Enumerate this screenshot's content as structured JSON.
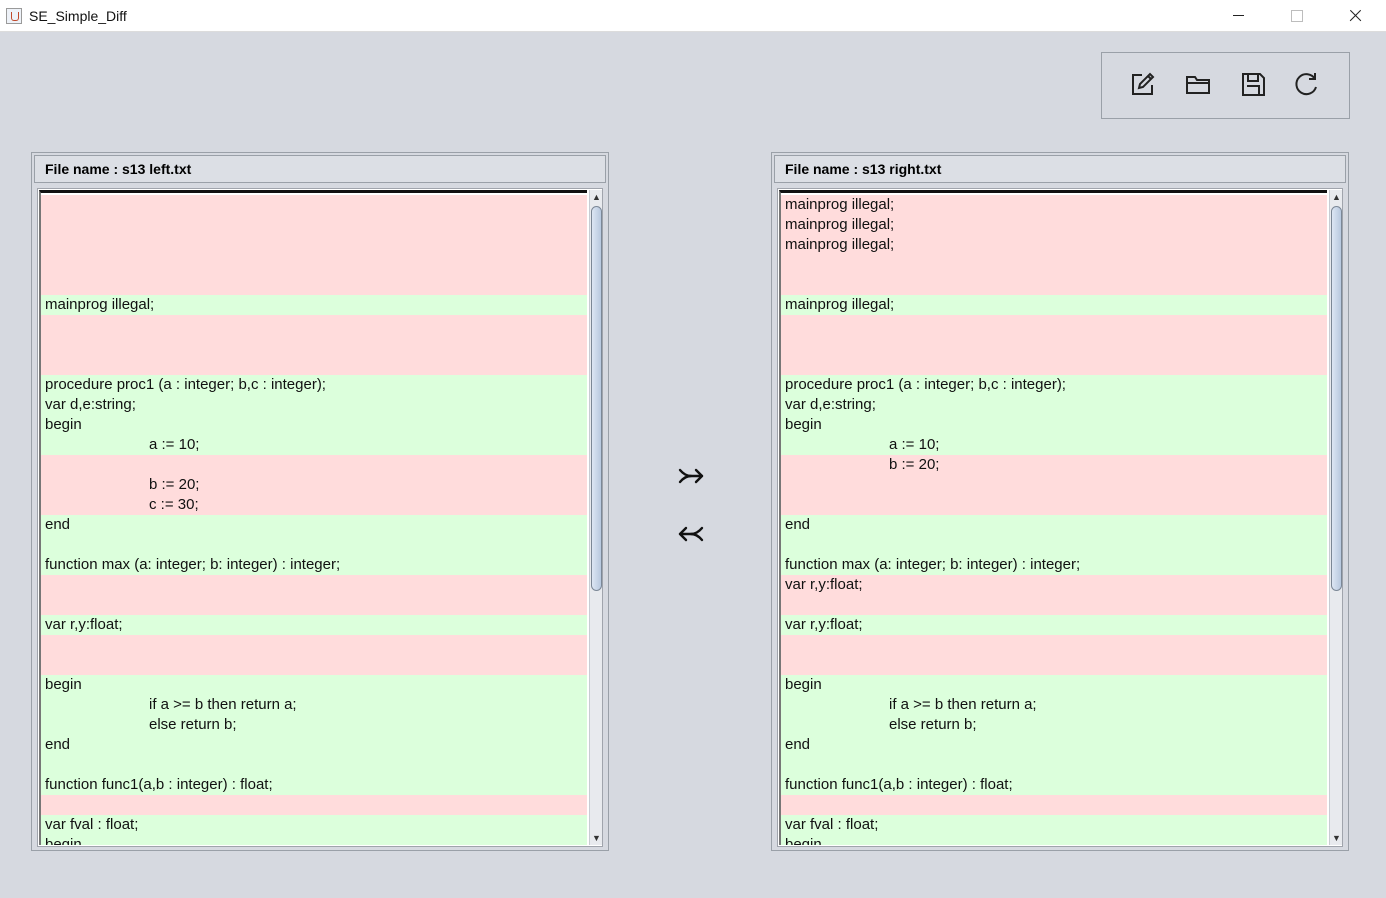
{
  "window": {
    "title": "SE_Simple_Diff",
    "icon": "java-cup-icon"
  },
  "toolbar": {
    "buttons": [
      "edit-icon",
      "open-folder-icon",
      "save-icon",
      "refresh-icon"
    ]
  },
  "merge": {
    "buttons": [
      "merge-to-right-icon",
      "merge-to-left-icon"
    ]
  },
  "colors": {
    "diff_removed": "#ffdcdc",
    "diff_equal": "#dcffdc",
    "background": "#d6d9e0"
  },
  "left_panel": {
    "header": "File name : s13 left.txt",
    "lines": [
      {
        "text": "",
        "status": "del"
      },
      {
        "text": "",
        "status": "del"
      },
      {
        "text": "",
        "status": "del"
      },
      {
        "text": "",
        "status": "del"
      },
      {
        "text": "",
        "status": "del"
      },
      {
        "text": "mainprog illegal;",
        "status": "eq"
      },
      {
        "text": "",
        "status": "del"
      },
      {
        "text": "",
        "status": "del"
      },
      {
        "text": "",
        "status": "del"
      },
      {
        "text": "procedure proc1 (a : integer; b,c : integer);",
        "status": "eq"
      },
      {
        "text": "var d,e:string;",
        "status": "eq"
      },
      {
        "text": "begin",
        "status": "eq"
      },
      {
        "text": "a := 10;",
        "status": "eq",
        "indent": true
      },
      {
        "text": "",
        "status": "del"
      },
      {
        "text": "b := 20;",
        "status": "del",
        "indent": true
      },
      {
        "text": "c := 30;",
        "status": "del",
        "indent": true
      },
      {
        "text": "end",
        "status": "eq"
      },
      {
        "text": "",
        "status": "eq"
      },
      {
        "text": "function max (a: integer; b: integer) : integer;",
        "status": "eq"
      },
      {
        "text": "",
        "status": "del"
      },
      {
        "text": "",
        "status": "del"
      },
      {
        "text": "var r,y:float;",
        "status": "eq"
      },
      {
        "text": "",
        "status": "del"
      },
      {
        "text": "",
        "status": "del"
      },
      {
        "text": "begin",
        "status": "eq"
      },
      {
        "text": "if a >= b then return a;",
        "status": "eq",
        "indent": true
      },
      {
        "text": "else return b;",
        "status": "eq",
        "indent": true
      },
      {
        "text": "end",
        "status": "eq"
      },
      {
        "text": "",
        "status": "eq"
      },
      {
        "text": "function func1(a,b : integer) : float;",
        "status": "eq"
      },
      {
        "text": "",
        "status": "del"
      },
      {
        "text": "var fval : float;",
        "status": "eq"
      },
      {
        "text": "begin",
        "status": "eq"
      }
    ]
  },
  "right_panel": {
    "header": "File name : s13 right.txt",
    "lines": [
      {
        "text": "mainprog illegal;",
        "status": "del"
      },
      {
        "text": "mainprog illegal;",
        "status": "del"
      },
      {
        "text": "mainprog illegal;",
        "status": "del"
      },
      {
        "text": "",
        "status": "del"
      },
      {
        "text": "",
        "status": "del"
      },
      {
        "text": "mainprog illegal;",
        "status": "eq"
      },
      {
        "text": "",
        "status": "del"
      },
      {
        "text": "",
        "status": "del"
      },
      {
        "text": "",
        "status": "del"
      },
      {
        "text": "procedure proc1 (a : integer; b,c : integer);",
        "status": "eq"
      },
      {
        "text": "var d,e:string;",
        "status": "eq"
      },
      {
        "text": "begin",
        "status": "eq"
      },
      {
        "text": "a := 10;",
        "status": "eq",
        "indent": true
      },
      {
        "text": "b := 20;",
        "status": "del",
        "indent": true
      },
      {
        "text": "",
        "status": "del"
      },
      {
        "text": "",
        "status": "del"
      },
      {
        "text": "end",
        "status": "eq"
      },
      {
        "text": "",
        "status": "eq"
      },
      {
        "text": "function max (a: integer; b: integer) : integer;",
        "status": "eq"
      },
      {
        "text": "var r,y:float;",
        "status": "del"
      },
      {
        "text": "",
        "status": "del"
      },
      {
        "text": "var r,y:float;",
        "status": "eq"
      },
      {
        "text": "",
        "status": "del"
      },
      {
        "text": "",
        "status": "del"
      },
      {
        "text": "begin",
        "status": "eq"
      },
      {
        "text": "if a >= b then return a;",
        "status": "eq",
        "indent": true
      },
      {
        "text": "else return b;",
        "status": "eq",
        "indent": true
      },
      {
        "text": "end",
        "status": "eq"
      },
      {
        "text": "",
        "status": "eq"
      },
      {
        "text": "function func1(a,b : integer) : float;",
        "status": "eq"
      },
      {
        "text": "",
        "status": "del"
      },
      {
        "text": "var fval : float;",
        "status": "eq"
      },
      {
        "text": "begin",
        "status": "eq"
      }
    ]
  }
}
